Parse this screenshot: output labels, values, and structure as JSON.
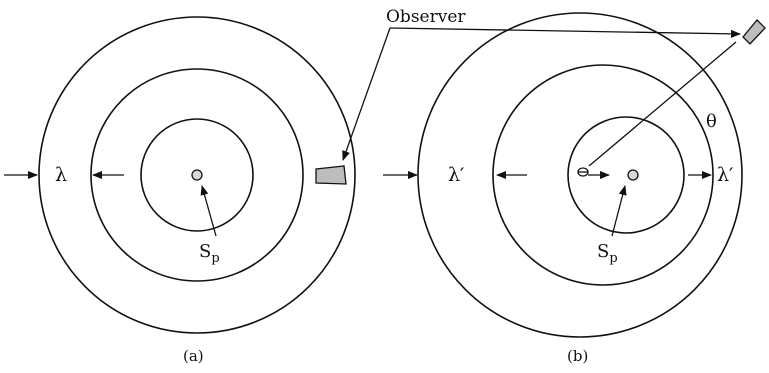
{
  "labels": {
    "observer": "Observer",
    "wavelength_a": "λ",
    "wavelength_b_left": "λ′",
    "wavelength_b_right": "λ′",
    "source_main": "S",
    "source_sub": "p",
    "angle": "θ",
    "panel_a": "(a)",
    "panel_b": "(b)"
  },
  "colors": {
    "line": "#111111",
    "observer_fill": "#bdbdbd",
    "source_fill": "#d8d8d8",
    "background": "#ffffff"
  }
}
